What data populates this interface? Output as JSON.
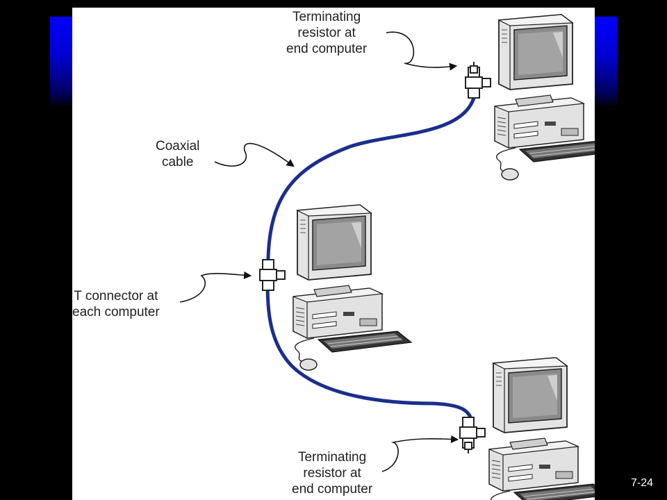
{
  "slide": {
    "number": "7-24",
    "background_color": "#000000",
    "accent_color": "#0000ff",
    "cable_color": "#1a2f8c"
  },
  "diagram": {
    "labels": {
      "terminating_top": [
        "Terminating",
        "resistor at",
        "end computer"
      ],
      "coaxial_cable": [
        "Coaxial",
        "cable"
      ],
      "t_connector": [
        "T connector at",
        "each computer"
      ],
      "terminating_bottom": [
        "Terminating",
        "resistor at",
        "end computer"
      ]
    },
    "icons": [
      "computer-icon",
      "computer-icon",
      "computer-icon",
      "t-connector-icon",
      "terminating-resistor-icon",
      "coaxial-cable"
    ]
  }
}
